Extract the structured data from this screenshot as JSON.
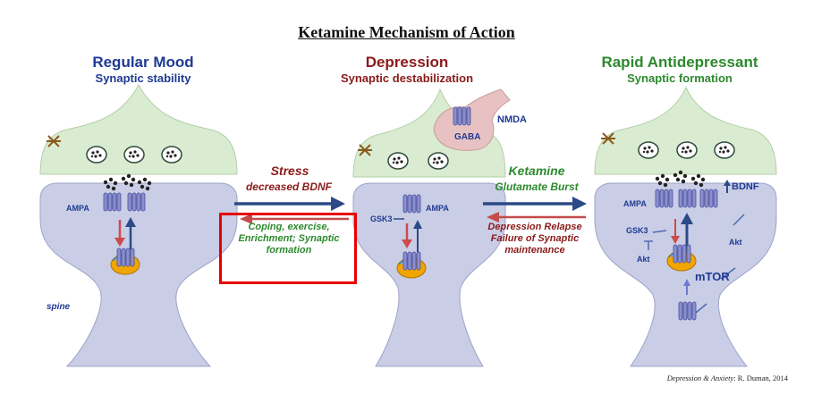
{
  "title": "Ketamine Mechanism of Action",
  "panels": {
    "regular": {
      "heading": "Regular Mood",
      "subheading": "Synaptic stability",
      "ampa": "AMPA",
      "spine": "spine"
    },
    "depression": {
      "heading": "Depression",
      "subheading": "Synaptic destabilization",
      "nmda": "NMDA",
      "gaba": "GABA",
      "gsk3": "GSK3",
      "ampa": "AMPA"
    },
    "rapid": {
      "heading": "Rapid Antidepressant",
      "subheading": "Synaptic formation",
      "ampa": "AMPA",
      "bdnf": "BDNF",
      "gsk3": "GSK3",
      "akt1": "Akt",
      "akt2": "Akt",
      "mtor": "mTOR"
    }
  },
  "arrows": {
    "stress": {
      "line1": "Stress",
      "line2": "decreased BDNF"
    },
    "coping": {
      "line1": "Coping, exercise,",
      "line2": "Enrichment; Synaptic",
      "line3": "formation"
    },
    "ketamine": {
      "line1": "Ketamine",
      "line2": "Glutamate Burst"
    },
    "relapse": {
      "line1": "Depression Relapse",
      "line2": "Failure of Synaptic",
      "line3": "maintenance"
    }
  },
  "citation": {
    "journal": "Depression & Anxiety",
    "rest": ": R. Duman, 2014"
  },
  "colors": {
    "presynaptic": "#d9ecd2",
    "spine": "#c9cde6",
    "highlight": "#e60000",
    "forward_arrow": "#2b4a86",
    "back_arrow": "#c44a4a"
  }
}
